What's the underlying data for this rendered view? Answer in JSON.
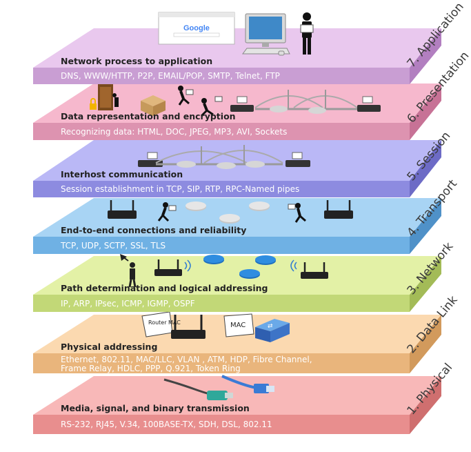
{
  "layers": [
    {
      "number": "7",
      "name": "7. Application",
      "description": "Network process to application",
      "protocols": [
        "DNS, WWW/HTTP, P2P, EMAIL/POP, SMTP, Telnet, FTP"
      ],
      "colors": {
        "top": "#e9c8ee",
        "front": "#c99ed3",
        "side": "#b27fc0"
      },
      "icons": [
        "browser-window-icon",
        "desktop-computer-icon",
        "person-with-envelope-icon"
      ],
      "browser_logo": "Google"
    },
    {
      "number": "6",
      "name": "6. Presentation",
      "description": "Data representation and encryption",
      "protocols": [
        "Recognizing data: HTML, DOC, JPEG, MP3, AVI, Sockets"
      ],
      "colors": {
        "top": "#f6b8cd",
        "front": "#dd93b0",
        "side": "#c77296"
      },
      "icons": [
        "door-lock-icon",
        "parcel-box-icon",
        "courier-icon",
        "router-icon",
        "bridge-icon"
      ]
    },
    {
      "number": "5",
      "name": "5. Session",
      "description": "Interhost communication",
      "protocols": [
        "Session establishment in TCP, SIP, RTP, RPC-Named pipes"
      ],
      "colors": {
        "top": "#bab8f6",
        "front": "#8d8be0",
        "side": "#6d6bc6"
      },
      "icons": [
        "router-icon",
        "bridge-icon"
      ]
    },
    {
      "number": "4",
      "name": "4. Transport",
      "description": "End-to-end connections and reliability",
      "protocols": [
        "TCP, UDP, SCTP, SSL, TLS"
      ],
      "colors": {
        "top": "#a8d4f4",
        "front": "#6fb1e4",
        "side": "#4f91c8"
      },
      "icons": [
        "router-icon",
        "courier-icon",
        "switch-disc-icon"
      ]
    },
    {
      "number": "3",
      "name": "3. Network",
      "description": "Path determination and logical addressing",
      "protocols": [
        "IP, ARP, IPsec, ICMP, IGMP, OSPF"
      ],
      "colors": {
        "top": "#e3f1a6",
        "front": "#c2d877",
        "side": "#a3bb57"
      },
      "icons": [
        "signal-person-icon",
        "wifi-router-icon",
        "blue-router-icon"
      ]
    },
    {
      "number": "2",
      "name": "2. Data Link",
      "description": "Physical addressing",
      "protocols": [
        "Ethernet, 802.11, MAC/LLC, VLAN , ATM, HDP, Fibre Channel,",
        "Frame Relay, HDLC,  PPP, Q.921, Token Ring"
      ],
      "colors": {
        "top": "#fbd9b0",
        "front": "#e9b57c",
        "side": "#d29a5c"
      },
      "icons": [
        "router-icon",
        "network-switch-icon"
      ],
      "tags": [
        "Router MAC",
        "MAC"
      ]
    },
    {
      "number": "1",
      "name": "1. Physical",
      "description": "Media, signal, and binary transmission",
      "protocols": [
        "RS-232, RJ45, V.34, 100BASE-TX, SDH, DSL, 802.11"
      ],
      "colors": {
        "top": "#f8b8b8",
        "front": "#e88e8e",
        "side": "#cf6f6f"
      },
      "icons": [
        "fiber-cable-icon",
        "ethernet-cable-icon"
      ]
    }
  ]
}
